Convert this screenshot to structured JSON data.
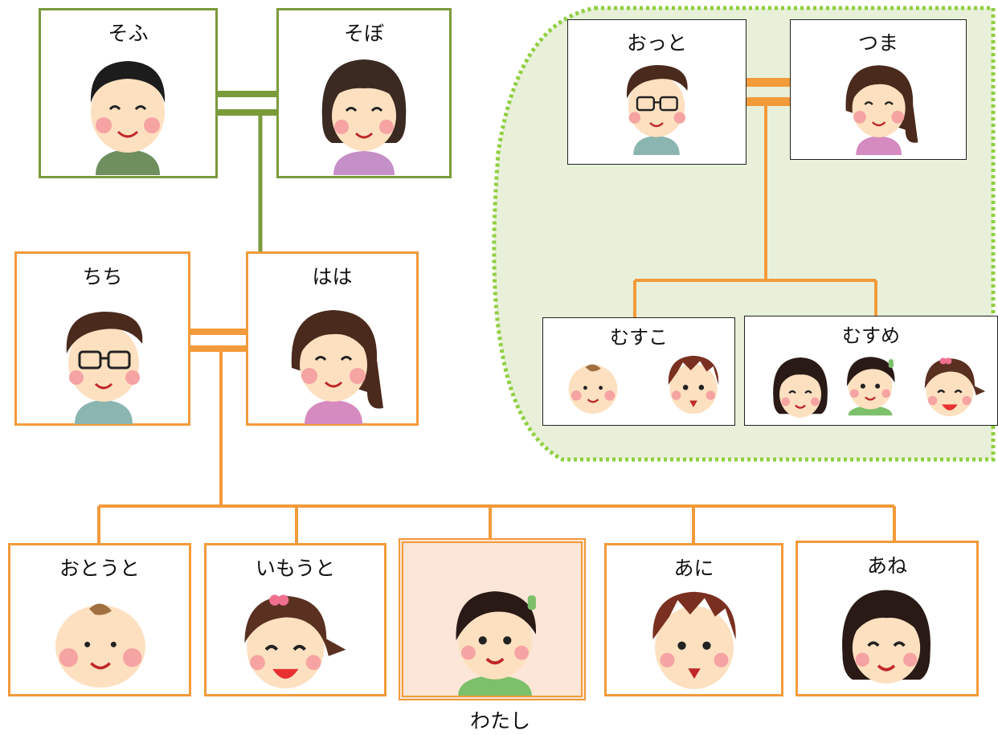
{
  "colors": {
    "green_border": "#7b9a3a",
    "orange_line": "#f39a3a",
    "highlight_area": "#e8f0d9",
    "me_background": "#fbe6d8"
  },
  "family": {
    "grandfather": "そふ",
    "grandmother": "そぼ",
    "father": "ちち",
    "mother": "はは",
    "husband": "おっと",
    "wife": "つま",
    "son": "むすこ",
    "daughter": "むすめ",
    "younger_brother": "おとうと",
    "younger_sister": "いもうと",
    "me": "わたし",
    "older_brother": "あに",
    "older_sister": "あね"
  }
}
